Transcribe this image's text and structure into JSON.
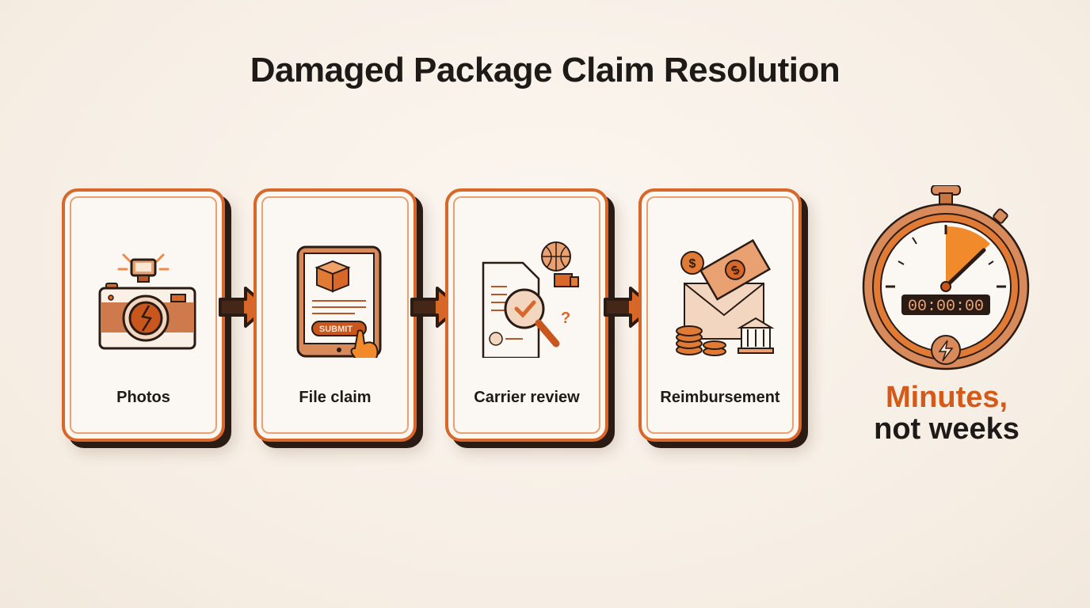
{
  "title": "Damaged Package Claim Resolution",
  "steps": [
    {
      "label": "Photos",
      "icon": "broken-camera-icon"
    },
    {
      "label": "File claim",
      "icon": "tablet-submit-icon",
      "button_text": "SUBMIT"
    },
    {
      "label": "Carrier review",
      "icon": "document-magnifier-check-icon"
    },
    {
      "label": "Reimbursement",
      "icon": "money-envelope-bank-icon"
    }
  ],
  "timer": {
    "display": "00:00:00",
    "icon": "stopwatch-icon"
  },
  "tagline": {
    "line1": "Minutes,",
    "line2": "not weeks"
  },
  "colors": {
    "accent": "#d8682a",
    "dark": "#1e1a17",
    "background": "#f6eee4"
  }
}
